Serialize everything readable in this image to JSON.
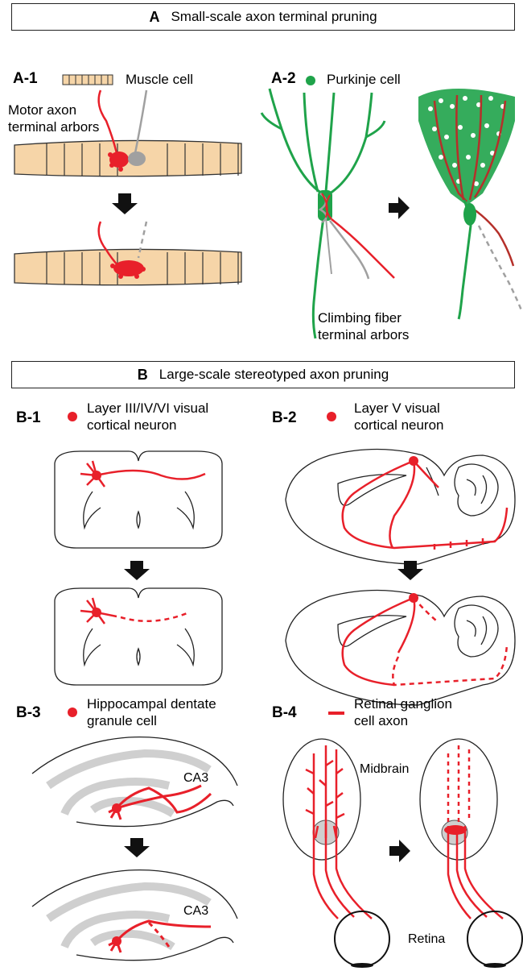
{
  "section_a": {
    "letter": "A",
    "title": "Small-scale axon terminal pruning",
    "a1": {
      "label": "A-1",
      "legend": "Muscle cell",
      "annotation_line1": "Motor axon",
      "annotation_line2": "terminal arbors"
    },
    "a2": {
      "label": "A-2",
      "legend": "Purkinje cell",
      "annotation_line1": "Climbing fiber",
      "annotation_line2": "terminal arbors"
    }
  },
  "section_b": {
    "letter": "B",
    "title": "Large-scale stereotyped axon pruning",
    "b1": {
      "label": "B-1",
      "legend_line1": "Layer III/IV/VI visual",
      "legend_line2": "cortical neuron"
    },
    "b2": {
      "label": "B-2",
      "legend_line1": "Layer V visual",
      "legend_line2": "cortical neuron"
    },
    "b3": {
      "label": "B-3",
      "legend_line1": "Hippocampal dentate",
      "legend_line2": "granule cell",
      "region_top": "CA3",
      "region_bottom": "CA3"
    },
    "b4": {
      "label": "B-4",
      "legend_line1": "Retinal ganglion",
      "legend_line2": "cell axon",
      "midbrain": "Midbrain",
      "retina": "Retina"
    }
  },
  "colors": {
    "axon_red": "#e8202a",
    "purkinje_green": "#1fa34a",
    "muscle_fill": "#f6d5a8",
    "gray_axon": "#a0a0a0",
    "pathway_gray": "#cfcfcf"
  }
}
